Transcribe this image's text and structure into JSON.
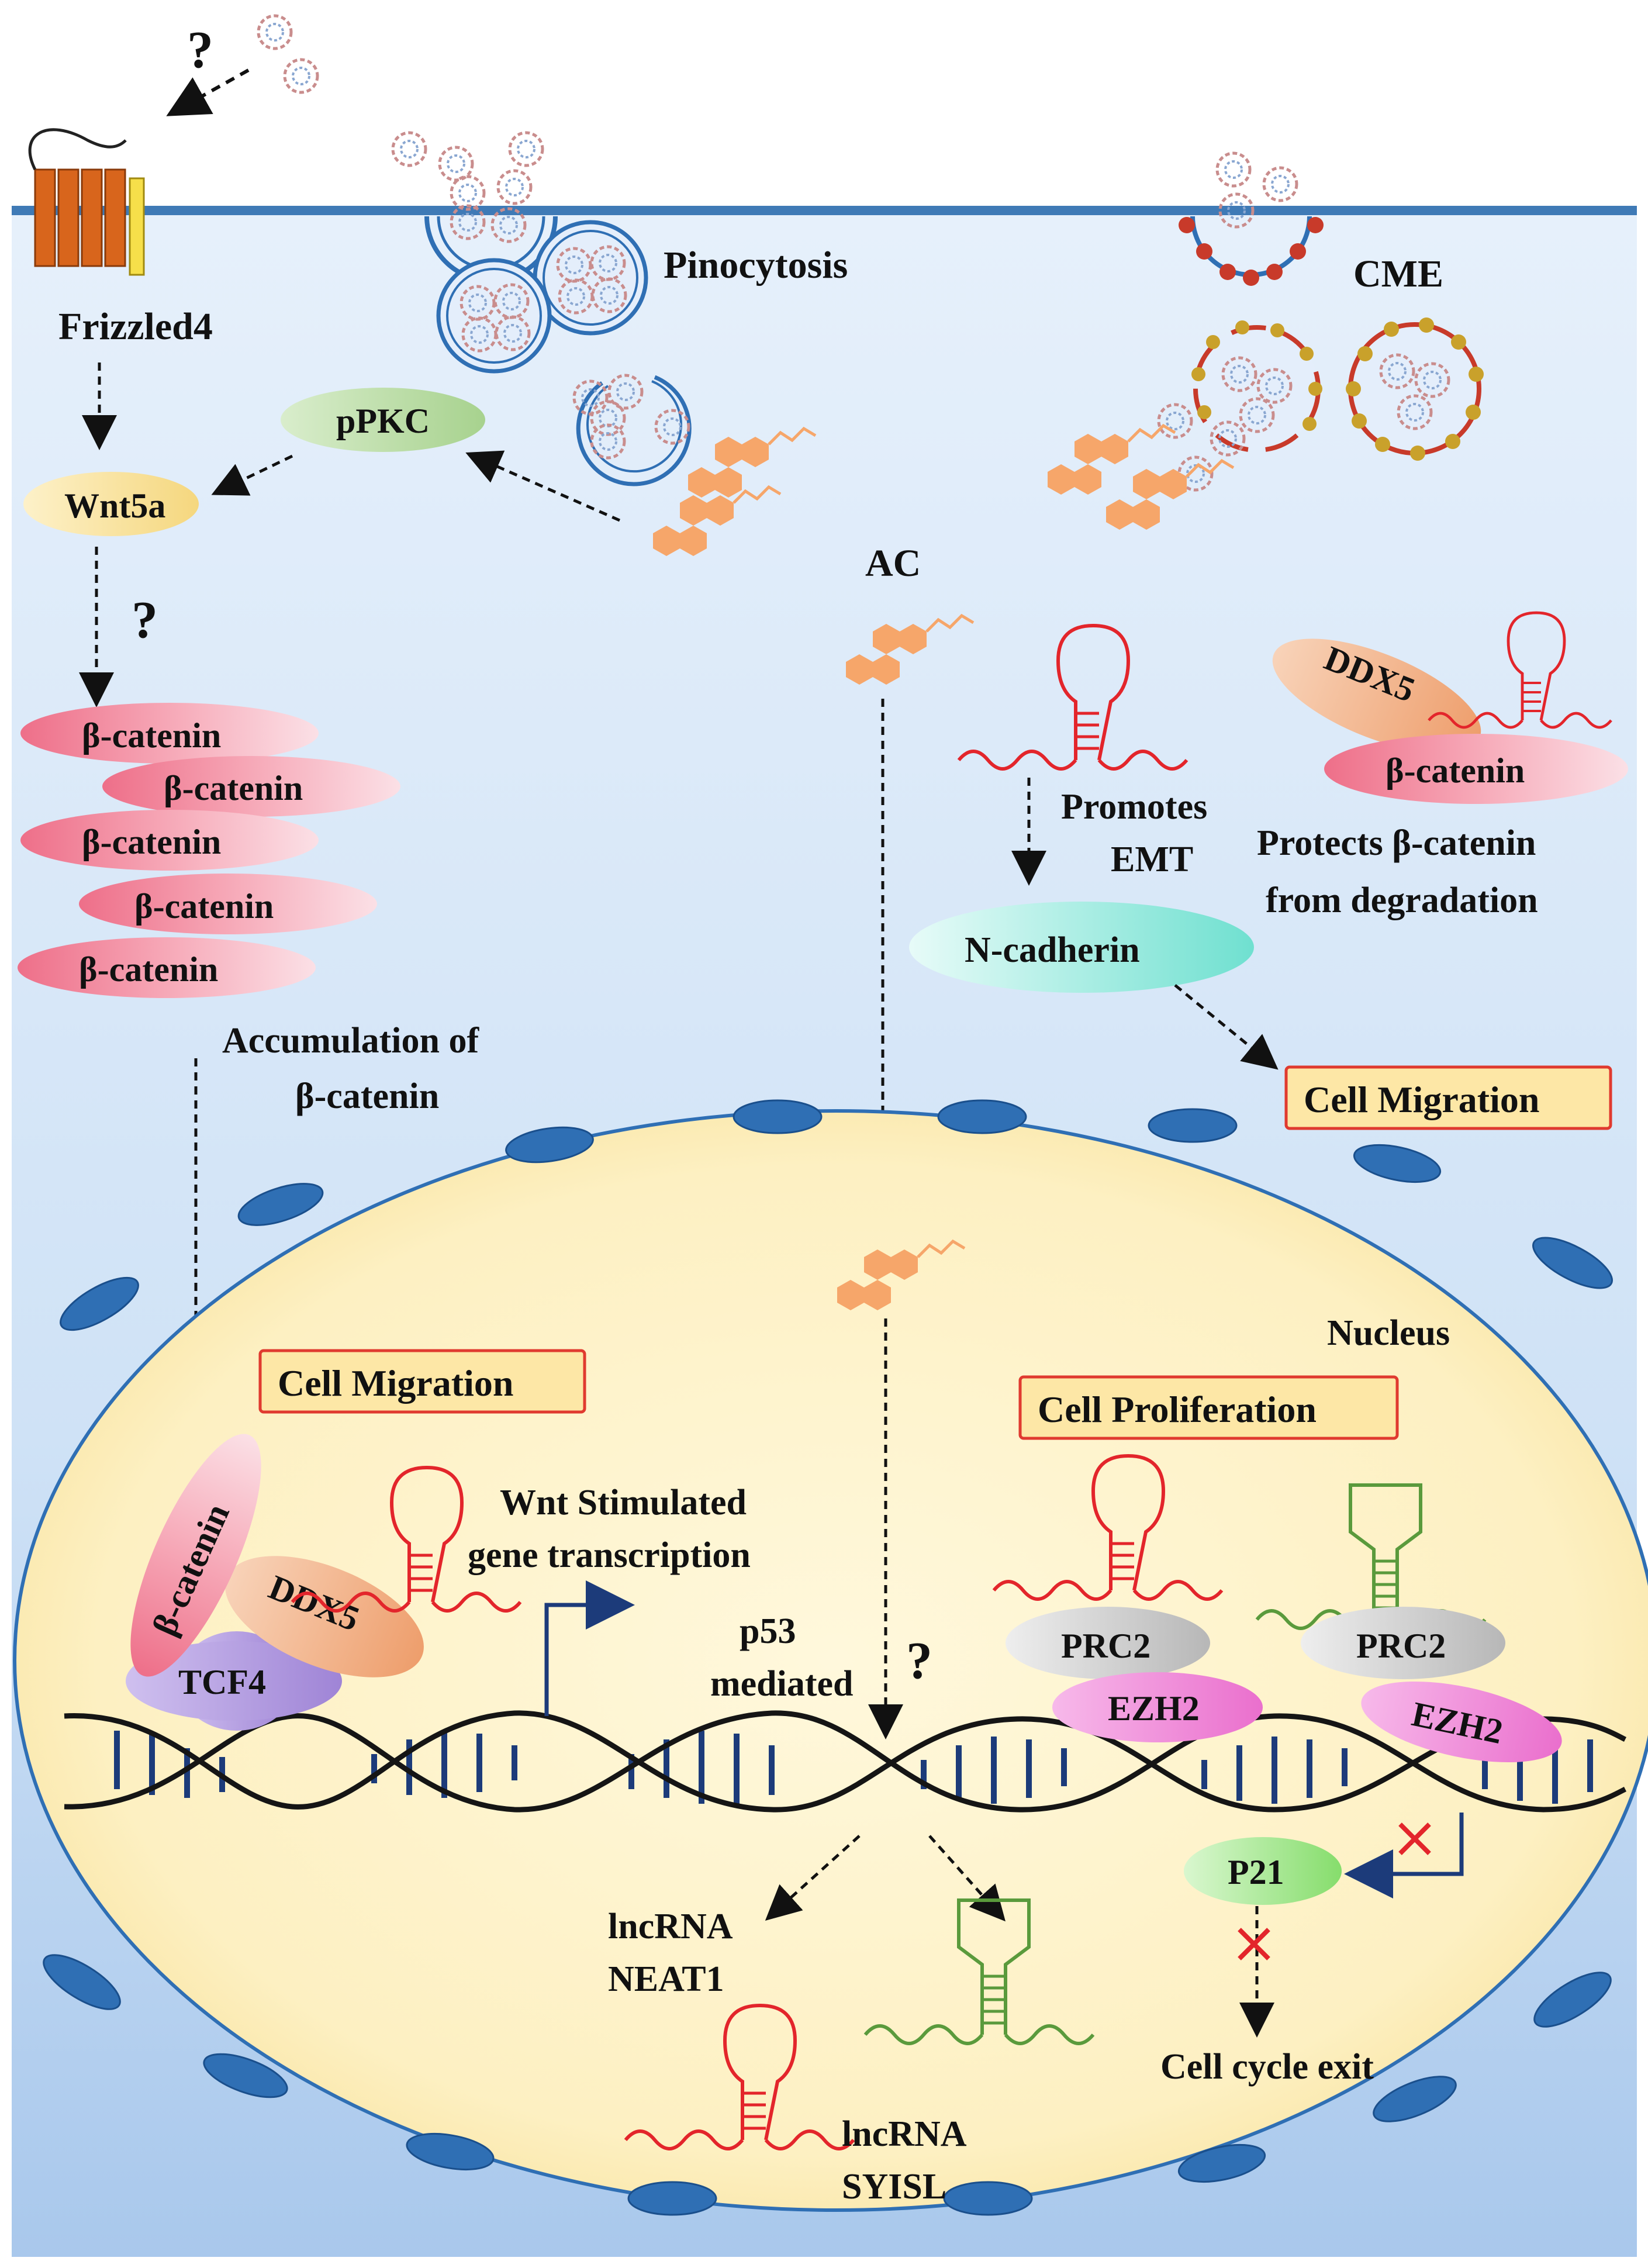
{
  "labels": {
    "question_top": "?",
    "frizzled": "Frizzled4",
    "pinocytosis": "Pinocytosis",
    "cme": "CME",
    "ppkc": "pPKC",
    "wnt5a": "Wnt5a",
    "question_wnt": "?",
    "ac": "AC",
    "beta_catenin": "β-catenin",
    "ddx5": "DDX5",
    "promotes_1": "Promotes",
    "promotes_2": "EMT",
    "protects_1": "Protects β-catenin",
    "protects_2": "from degradation",
    "ncadherin": "N-cadherin",
    "accumulation_1": "Accumulation of",
    "accumulation_2": "β-catenin",
    "cell_migration": "Cell Migration",
    "nucleus": "Nucleus",
    "cell_proliferation": "Cell Proliferation",
    "wnt_stim_1": "Wnt Stimulated",
    "wnt_stim_2": "gene transcription",
    "p53_1": "p53",
    "p53_2": "mediated",
    "question_p53": "?",
    "tcf4": "TCF4",
    "prc2": "PRC2",
    "ezh2": "EZH2",
    "p21": "P21",
    "lncrna_neat1_1": "lncRNA",
    "lncrna_neat1_2": "NEAT1",
    "cell_cycle_exit": "Cell cycle exit",
    "lncrna_syisl_1": "lncRNA",
    "lncrna_syisl_2": "SYISL"
  },
  "colors": {
    "cytoplasm": "#cfe2f6",
    "membrane": "#3f7ab6",
    "nucleus_fill": "#fdf2c7",
    "nuclear_pore": "#2f6fb4",
    "beta_catenin": "#f17b93",
    "ddx5": "#f2b287",
    "tcf4": "#b9a4e0",
    "prc2": "#d4d4d4",
    "ezh2": "#ef86d6",
    "ppkc": "#b9dba6",
    "wnt5a": "#f7e3a0",
    "ncadherin": "#8ee8dc",
    "p21": "#a6e78f",
    "highlight_box": "#fde7a6",
    "highlight_border": "#e03a2f",
    "lncrna_neat1": "#e3252b",
    "lncrna_syisl": "#5a9a3c",
    "dna_backbone": "#151515",
    "dna_rungs": "#1c3b7a",
    "drug": "#f6a66a"
  }
}
